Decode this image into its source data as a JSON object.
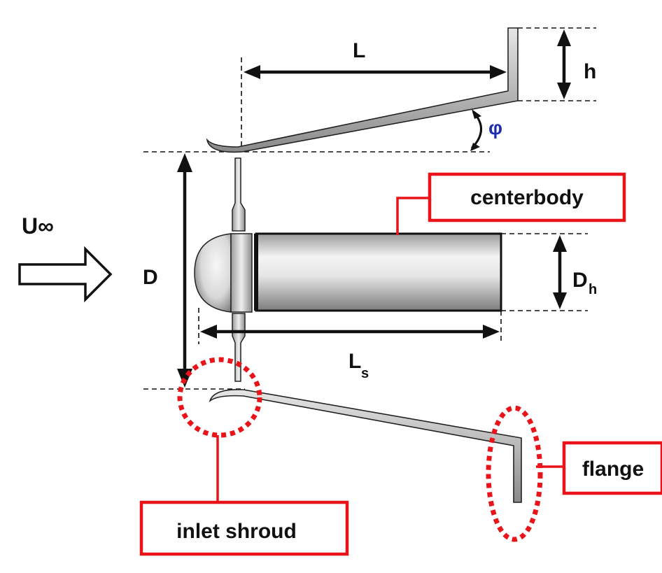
{
  "labels": {
    "freestream_velocity": "U∞",
    "length": "L",
    "flange_height": "h",
    "flare_angle": "φ",
    "shroud_diameter": "D",
    "hub_diameter": "D",
    "hub_diameter_subscript": "h",
    "centerbody_length": "L",
    "centerbody_length_subscript": "s"
  },
  "callouts": {
    "centerbody": "centerbody",
    "flange": "flange",
    "inlet_shroud": "inlet shroud"
  },
  "colors": {
    "callout": "#e8141a",
    "angle_label": "#1f2fb0",
    "ink": "#111111",
    "metal_light": "#f4f4f4",
    "metal_dark": "#8a8a8a"
  }
}
